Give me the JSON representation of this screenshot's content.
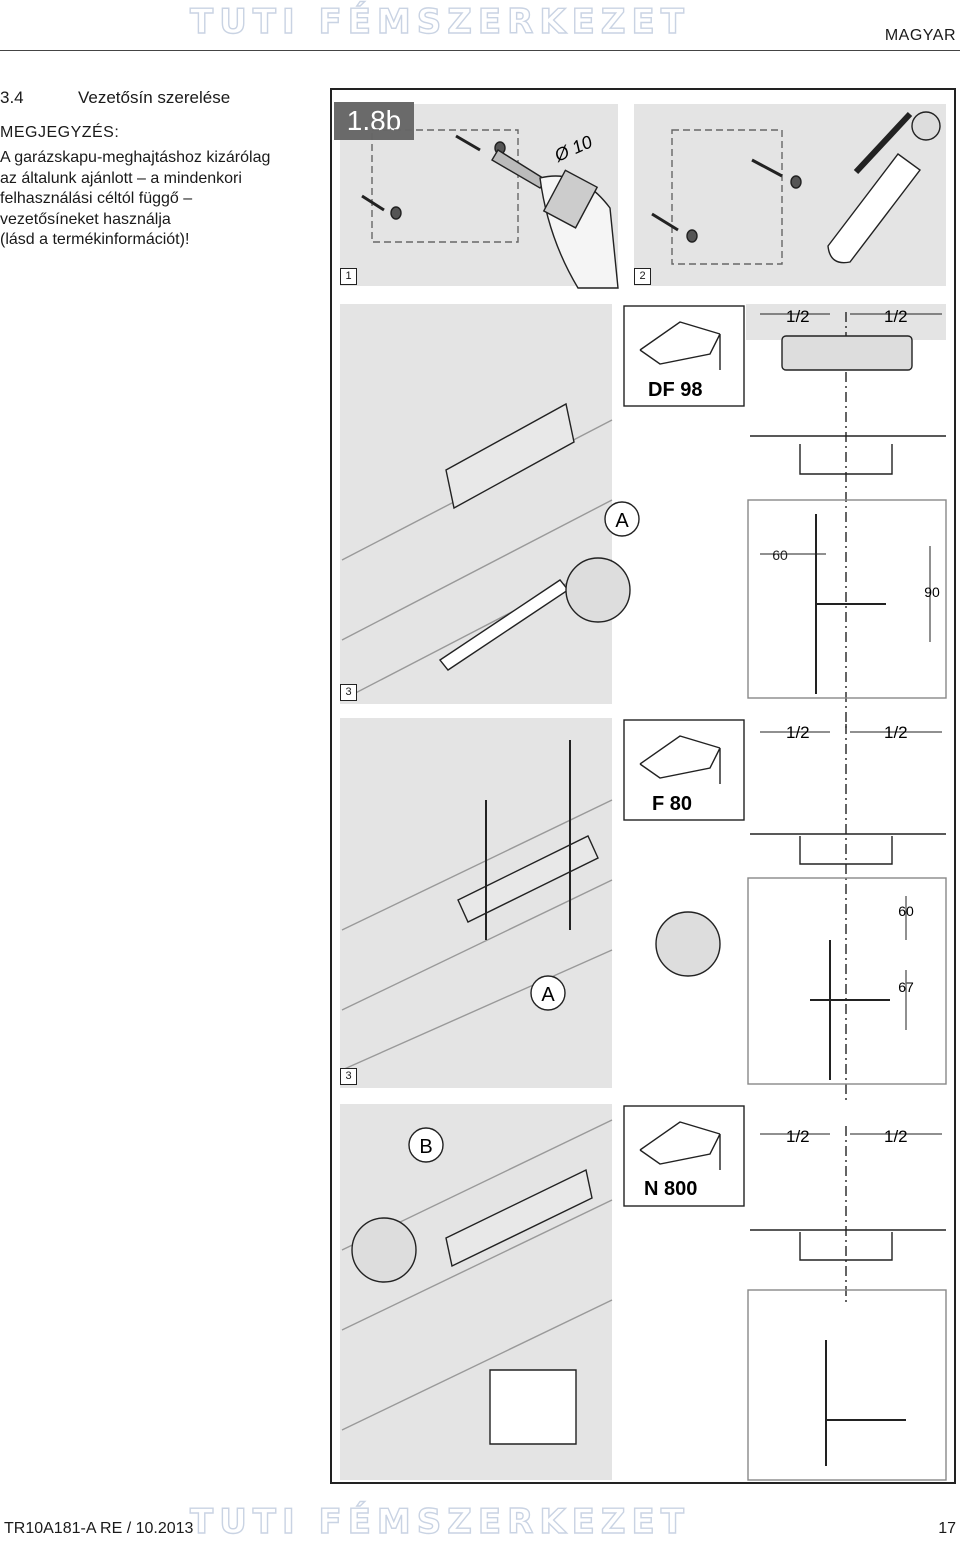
{
  "header": {
    "watermark": "TUTI FÉMSZERKEZET",
    "language": "MAGYAR"
  },
  "section": {
    "number": "3.4",
    "title": "Vezetősín szerelése"
  },
  "note": {
    "heading": "MEGJEGYZÉS:",
    "lines": [
      "A garázskapu-meghajtáshoz kizárólag",
      "az általunk ajánlott – a mindenkori",
      "felhasználási céltól függő –",
      "vezetősíneket használja",
      "(lásd a termékinformációt)!"
    ]
  },
  "figure": {
    "label": "1.8b",
    "steps": {
      "s1": "1",
      "s2": "2",
      "s3a": "3",
      "s3b": "3"
    },
    "drill_size": "Ø 10",
    "half_left": "1/2",
    "half_right": "1/2",
    "row1": {
      "model": "DF 98",
      "callout": "A",
      "dim_60": "60",
      "dim_90": "90"
    },
    "row2": {
      "model": "F 80",
      "callout": "A",
      "dim_60": "60",
      "dim_67": "67"
    },
    "row3": {
      "model": "N 800",
      "callout": "B"
    }
  },
  "footer": {
    "doc_code": "TR10A181-A  RE / 10.2013",
    "page_number": "17"
  }
}
